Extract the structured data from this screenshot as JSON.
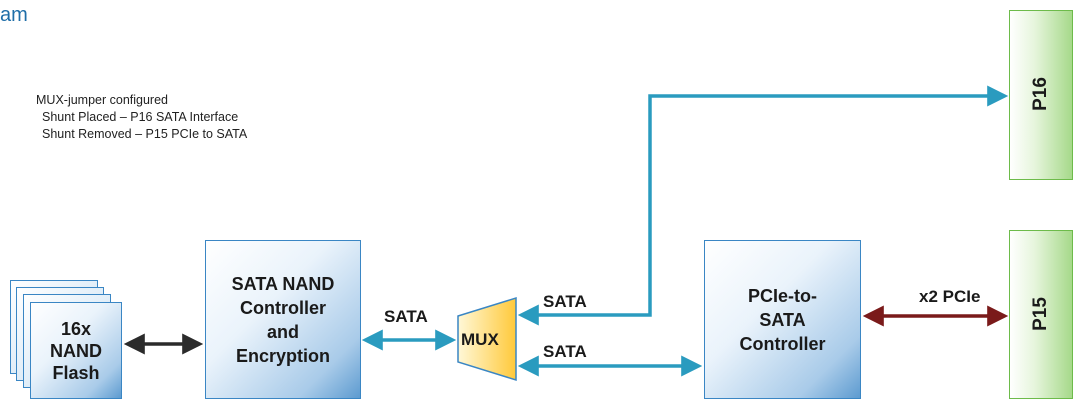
{
  "title_fragment": "am",
  "note": {
    "line1": "MUX-jumper configured",
    "line2": "Shunt Placed  –  P16 SATA Interface",
    "line3": "Shunt Removed  –  P15 PCIe to SATA"
  },
  "blocks": {
    "nand_flash": "16x\nNAND\nFlash",
    "sata_controller": "SATA NAND\nController\nand\nEncryption",
    "pcie_sata": "PCIe-to-\nSATA\nController",
    "mux": "MUX"
  },
  "ports": {
    "top": "P16",
    "bottom": "P15"
  },
  "links": {
    "ctrl_mux": "SATA",
    "mux_upper": "SATA",
    "mux_lower": "SATA",
    "pcie": "x2 PCIe"
  },
  "colors": {
    "sata_link": "#2a9bbf",
    "pcie_link": "#7a1a1a",
    "flash_link": "#2b2b2b",
    "mux_fill": "#ffd24d",
    "block_border": "#3a86c4",
    "port_border": "#6dbb4a"
  }
}
